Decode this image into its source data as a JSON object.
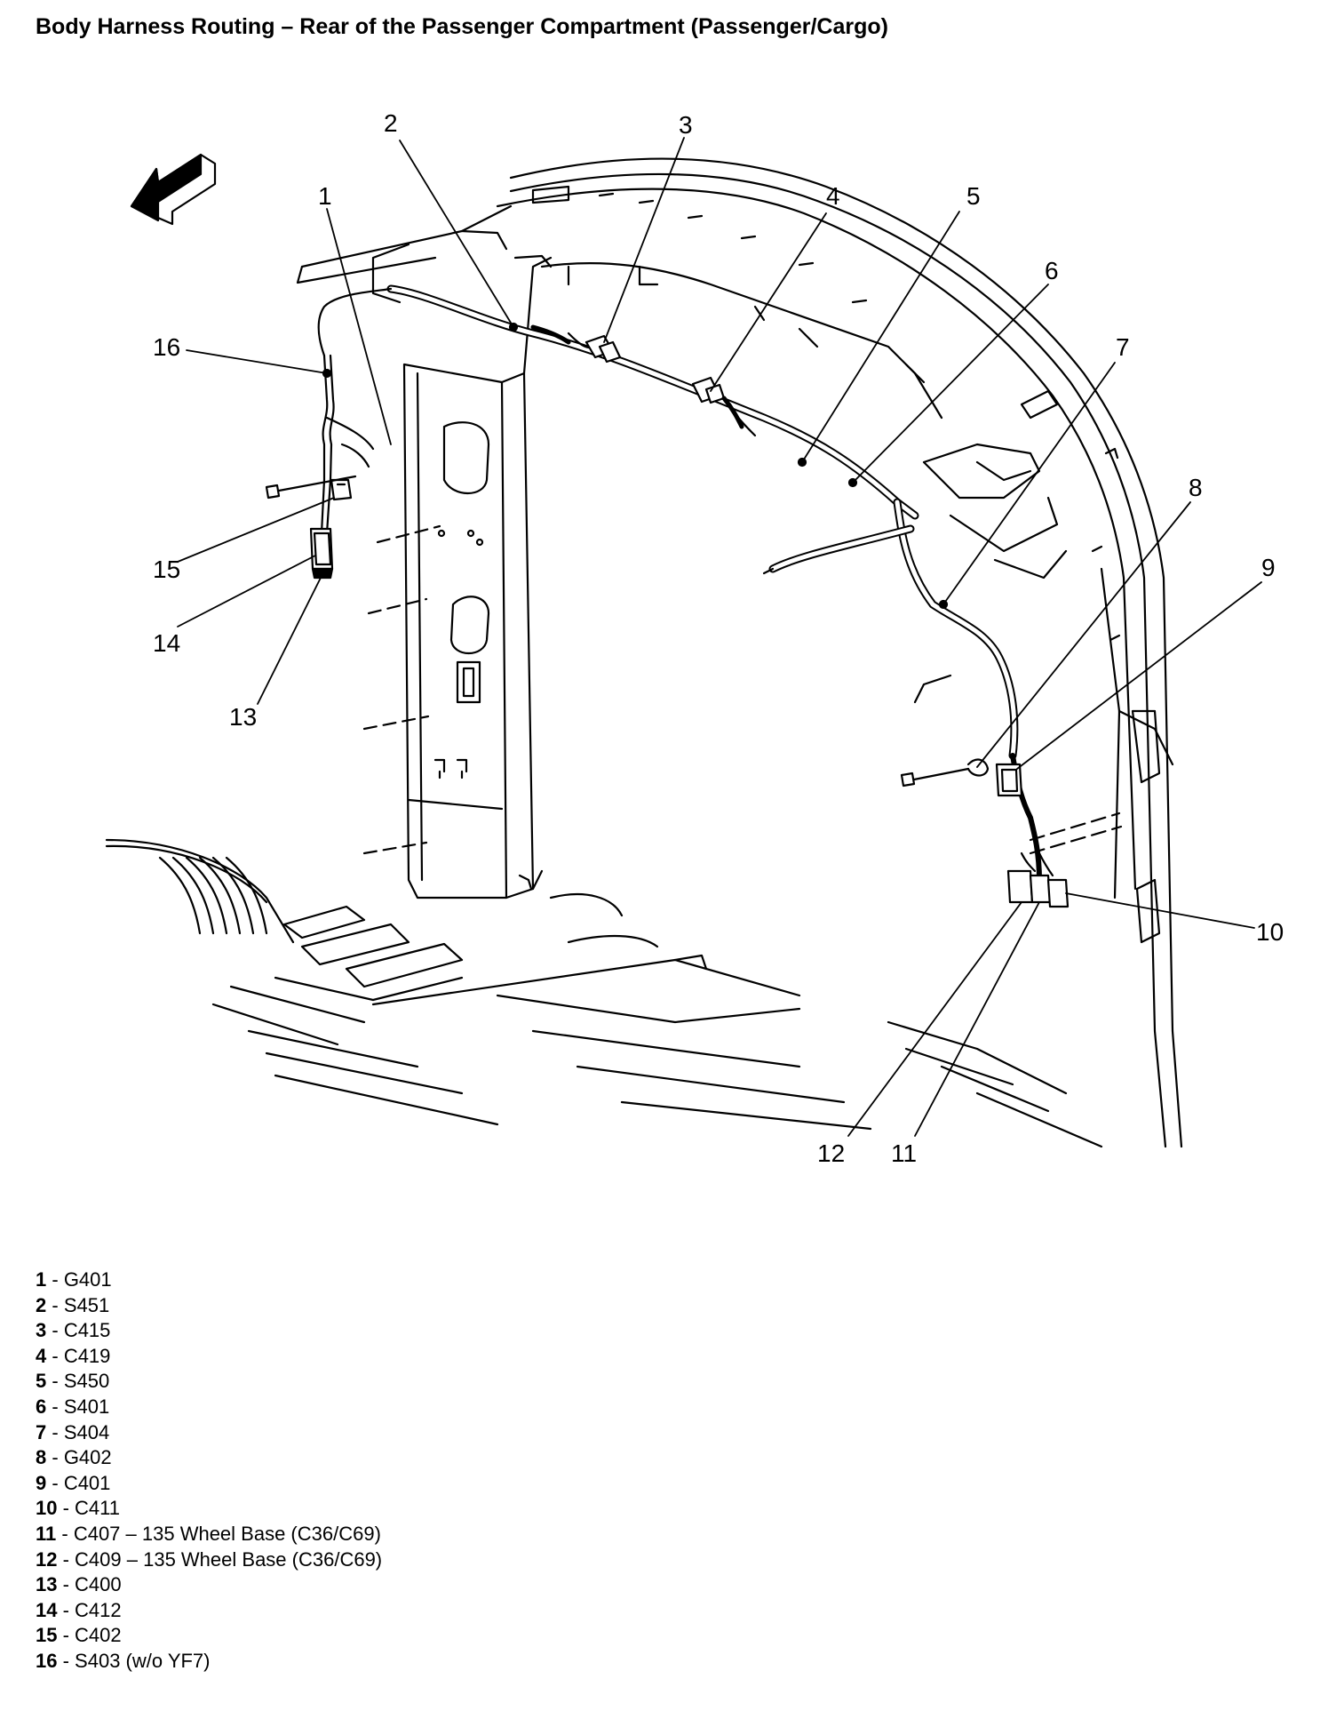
{
  "title": "Body Harness Routing – Rear of the Passenger Compartment (Passenger/Cargo)",
  "icons": {
    "direction_arrow": "front-direction-arrow-icon"
  },
  "callouts": [
    "1",
    "2",
    "3",
    "4",
    "5",
    "6",
    "7",
    "8",
    "9",
    "10",
    "11",
    "12",
    "13",
    "14",
    "15",
    "16"
  ],
  "legend": [
    {
      "num": "1",
      "sep": " - ",
      "text": "G401"
    },
    {
      "num": "2",
      "sep": " - ",
      "text": "S451"
    },
    {
      "num": "3",
      "sep": " - ",
      "text": "C415"
    },
    {
      "num": "4",
      "sep": " - ",
      "text": "C419"
    },
    {
      "num": "5",
      "sep": " - ",
      "text": "S450"
    },
    {
      "num": "6",
      "sep": " - ",
      "text": "S401"
    },
    {
      "num": "7",
      "sep": " - ",
      "text": "S404"
    },
    {
      "num": "8",
      "sep": " - ",
      "text": "G402"
    },
    {
      "num": "9",
      "sep": " - ",
      "text": "C401"
    },
    {
      "num": "10",
      "sep": " - ",
      "text": "C411"
    },
    {
      "num": "11",
      "sep": " - ",
      "text": "C407 – 135 Wheel Base (C36/C69)"
    },
    {
      "num": "12",
      "sep": " - ",
      "text": "C409 – 135 Wheel Base (C36/C69)"
    },
    {
      "num": "13",
      "sep": " - ",
      "text": "C400"
    },
    {
      "num": "14",
      "sep": " - ",
      "text": "C412"
    },
    {
      "num": "15",
      "sep": " - ",
      "text": "C402"
    },
    {
      "num": "16",
      "sep": " - ",
      "text": "S403 (w/o YF7)"
    }
  ]
}
